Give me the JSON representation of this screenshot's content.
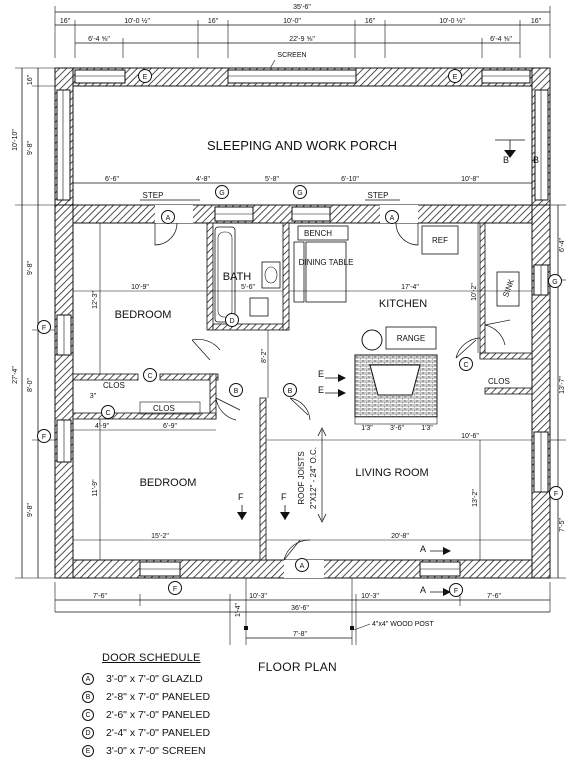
{
  "rooms": {
    "porch": "SLEEPING AND WORK PORCH",
    "bath": "BATH",
    "bedroom_north": "BEDROOM",
    "bedroom_south": "BEDROOM",
    "kitchen": "KITCHEN",
    "living": "LIVING ROOM",
    "dining": "DINING TABLE",
    "bench": "BENCH",
    "ref": "REF",
    "range": "RANGE",
    "sink": "SINK",
    "clos1": "CLOS",
    "clos2": "CLOS",
    "clos3": "CLOS",
    "step1": "STEP",
    "step2": "STEP"
  },
  "notes": {
    "screen": "SCREEN",
    "roof_joists_1": "ROOF JOISTS",
    "roof_joists_2": "2\"X12\" - 24\" O.C.",
    "wood_post": "4\"x4\" WOOD POST",
    "section_a": "A",
    "section_b": "B",
    "section_e": "E",
    "section_f": "F"
  },
  "dimensions": {
    "overall_top": "35'-6\"",
    "top_16a": "16\"",
    "top_10a": "10'-0 ½\"",
    "top_16b": "16\"",
    "top_10b": "10'-0\"",
    "top_16c": "16\"",
    "top_10c": "10'-0 ½\"",
    "top_16d": "16\"",
    "top_64a": "6'-4 ⅝\"",
    "top_229": "22'-9 ⅝\"",
    "top_64b": "6'-4 ⅝\"",
    "porch_66": "6'-6\"",
    "porch_48": "4'-8\"",
    "porch_58": "5'-8\"",
    "porch_610": "6'-10\"",
    "porch_108": "10'-8\"",
    "bed_109": "10'-9\"",
    "kit_174": "17'-4\"",
    "bath_56": "5'-6\"",
    "bed_123": "12'-3\"",
    "kit_102": "10'-2\"",
    "hall_82": "8'-2\"",
    "clos_49": "4'-9\"",
    "clos_69": "6'-9\"",
    "clos_3": "3\"",
    "fp_13": "1'3\"",
    "fp_36": "3'-6\"",
    "fp_13b": "1'3\"",
    "liv_106": "10'-6\"",
    "bed_119": "11'-9\"",
    "liv_132": "13'-2\"",
    "bed_152": "15'-2\"",
    "liv_208": "20'-8\"",
    "bot_76a": "7'-6\"",
    "bot_103a": "10'-3\"",
    "bot_103b": "10'-3\"",
    "bot_76b": "7'-6\"",
    "bot_365": "36'-6\"",
    "bot_78": "7'-8\"",
    "bot_14": "1'-4\"",
    "left_16": "16\"",
    "left_1010": "10'-10\"",
    "left_98a": "9'-8\"",
    "left_274": "27'-4\"",
    "left_98b": "9'-8\"",
    "left_80": "8'-0\"",
    "left_98c": "9'-8\"",
    "right_64": "6'-4\"",
    "right_137": "13'-7\"",
    "right_75": "7'-5\""
  },
  "door_tags": {
    "A": "A",
    "B": "B",
    "C": "C",
    "D": "D",
    "E": "E",
    "F": "F",
    "G": "G"
  },
  "plan_title": "FLOOR PLAN",
  "schedule": {
    "title": "DOOR SCHEDULE",
    "rows": [
      {
        "mark": "A",
        "text": "3'-0\" x 7'-0\" GLAZLD"
      },
      {
        "mark": "B",
        "text": "2'-8\" x 7'-0\" PANELED"
      },
      {
        "mark": "C",
        "text": "2'-6\" x 7'-0\" PANELED"
      },
      {
        "mark": "D",
        "text": "2'-4\" x 7'-0\" PANELED"
      },
      {
        "mark": "E",
        "text": "3'-0\" x 7'-0\" SCREEN"
      }
    ]
  }
}
